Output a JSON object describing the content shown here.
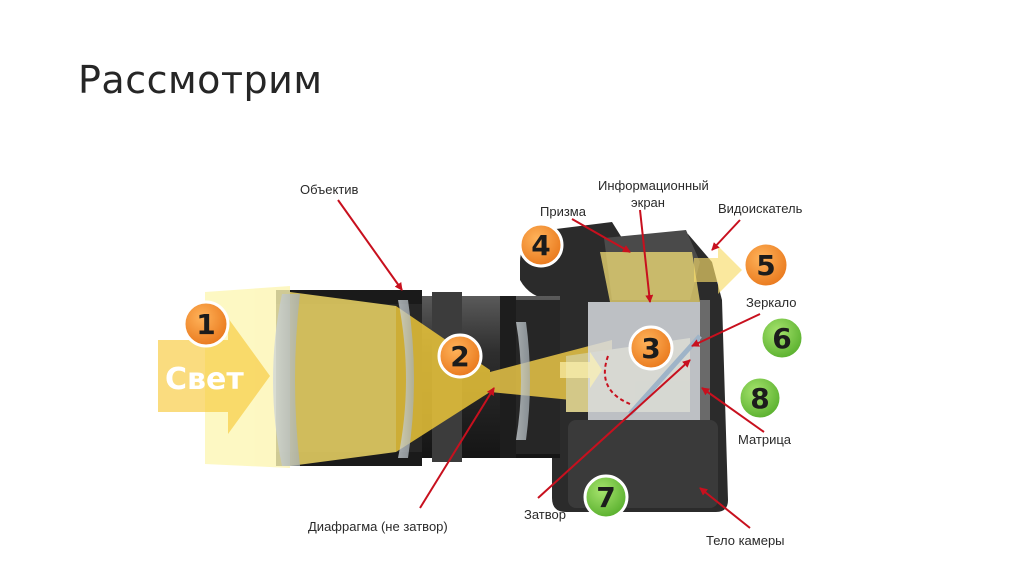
{
  "slide": {
    "title": "Рассмотрим"
  },
  "diagram": {
    "light_label": "Свет",
    "labels": {
      "lens": "Объектив",
      "prism": "Призма",
      "info_screen_1": "Информационный",
      "info_screen_2": "экран",
      "viewfinder": "Видоискатель",
      "mirror": "Зеркало",
      "sensor": "Матрица",
      "shutter": "Затвор",
      "aperture": "Диафрагма (не затвор)",
      "body": "Тело камеры"
    },
    "markers": [
      "1",
      "2",
      "3",
      "4",
      "5",
      "6",
      "7",
      "8"
    ],
    "colors": {
      "orange": "#f08a1c",
      "green": "#6cc33a",
      "arrow_red": "#c8101e",
      "light_yellow": "#fbe26a",
      "body_dark": "#2b2b2b"
    }
  }
}
